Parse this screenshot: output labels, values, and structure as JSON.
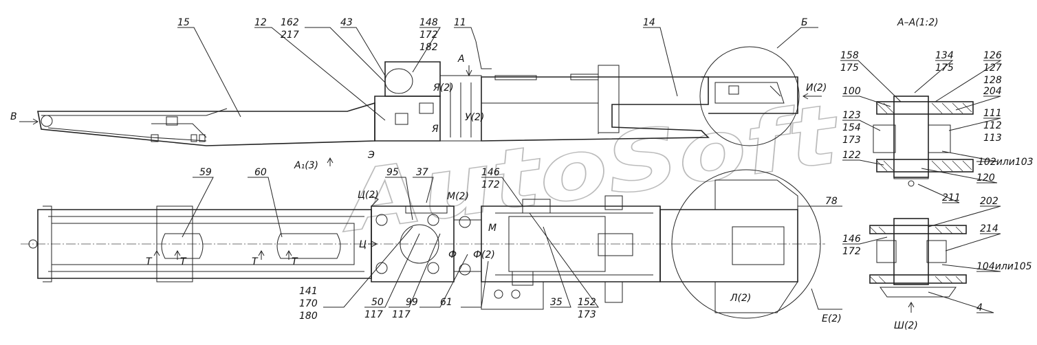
{
  "watermark": "AutoSoft",
  "callouts": {
    "c15": "15",
    "c12": "12",
    "c162": "162",
    "c217": "217",
    "c43": "43",
    "c148": "148",
    "c172a": "172",
    "c182": "182",
    "c11": "11",
    "c14": "14",
    "cB": "Б",
    "cAA": "А–А(1:2)",
    "c158": "158",
    "c175a": "175",
    "c134": "134",
    "c175b": "175",
    "c126": "126",
    "c127": "127",
    "c128": "128",
    "c100": "100",
    "c204": "204",
    "c123": "123",
    "c111": "111",
    "c112": "112",
    "c113": "113",
    "c154": "154",
    "c173a": "173",
    "c122": "122",
    "c102": "102или103",
    "c120": "120",
    "c211": "211",
    "c202": "202",
    "c146a": "146",
    "c172b": "172",
    "c214": "214",
    "c104": "104или105",
    "c4": "4",
    "cSh": "Ш(2)",
    "c59": "59",
    "c60": "60",
    "c95": "95",
    "c37": "37",
    "c146b": "146",
    "c172c": "172",
    "c78": "78",
    "c141": "141",
    "c170": "170",
    "c180": "180",
    "c50": "50",
    "c117a": "117",
    "c117b": "117",
    "c99": "99",
    "c61": "61",
    "c35": "35",
    "c152": "152",
    "c173b": "173",
    "cE": "Е(2)"
  },
  "view_labels": {
    "vB": "В",
    "vA": "А",
    "vYa2": "Я(2)",
    "vU2": "У(2)",
    "vYa": "Я",
    "vI2": "И(2)",
    "vE": "Э",
    "vA13": "А₁(3)",
    "vTs2": "Ц(2)",
    "vTs": "Ц",
    "vM2": "М(2)",
    "vM": "М",
    "vF": "Ф",
    "vF2": "Ф(2)",
    "vL2": "Л(2)",
    "vT1": "Т",
    "vT2": "Т",
    "vT3": "Т",
    "vT4": "Т"
  }
}
